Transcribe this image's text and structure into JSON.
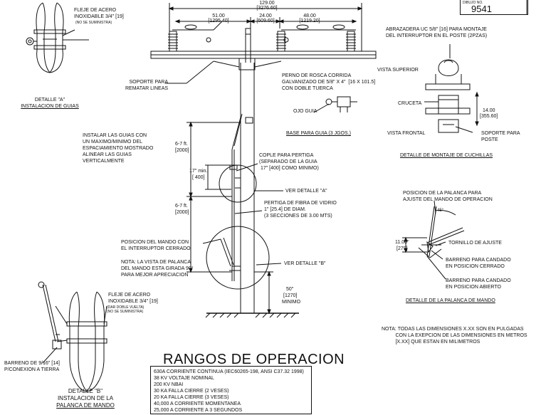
{
  "drawing_no": {
    "label": "DIBUJO NO.",
    "value": "9541"
  },
  "dims": {
    "top_overall": "129.00",
    "top_overall_mm": "[3276.60]",
    "seg1": "51.00",
    "seg1_mm": "[1295.40]",
    "seg2": "24.00",
    "seg2_mm": "[609.60]",
    "seg3": "48.00",
    "seg3_mm": "[1219.20]",
    "upper_span": "6-7 ft.",
    "upper_span_mm": "[2000]",
    "guide_min": "17\" min.",
    "guide_min_mm": "[ 400]",
    "lower_span": "6-7 ft.",
    "lower_span_mm": "[2000]",
    "ground": "50\"",
    "ground_mm": "[1270]",
    "ground_label": "MINIMO"
  },
  "detalle_a": {
    "fleje": "FLEJE DE ACERO\nINOXIDABLE 3/4\" [19]",
    "no_suministra": "(NO SE SUMINISTRA)",
    "title": "DETALLE \"A\"",
    "subtitle": "INSTALACION DE GUIAS"
  },
  "soporte_rematar": "SOPORTE PARA\nREMATAR LINEAS",
  "perno": "PERNO DE ROSCA CORRIDA\nGALVANIZADO DE 5/8\" X 4\"  [16 X 101.5]\nCON DOBLE TUERCA",
  "ojo_guia": "OJO GUIA",
  "base_guia": "BASE PARA GUIA (3 JGOS.)",
  "instalar_guias": "INSTALAR LAS GUIAS CON\nUN MAXIMO/MINIMO DEL\nESPACIAMIENTO MOSTRADO\nALINEAR LAS GUIAS\nVERTICALMENTE",
  "cople": "COPLE PARA PERTIGA\n(SEPARADO DE LA GUIA\n 17\" [400] COMO MINIMO)",
  "ver_detalle_a": "VER DETALLE \"A\"",
  "pertiga": "PERTIGA DE FIBRA DE VIDRIO\n1\" [25.4] DE DIAM.\n(3 SECCIONES DE 3.00 MTS)",
  "posicion_mando": "POSICION DEL MANDO CON\nEL INTERRUPTOR CERRADO",
  "nota_palanca": "NOTA: LA VISTA DE PALANCA\nDEL MANDO ESTA GIRADA 90°\nPARA MEJOR APRECIACION",
  "ver_detalle_b": "VER DETALLE \"B\"",
  "detalle_b": {
    "fleje": "FLEJE DE ACERO\nINOXIDABLE 3/4\" [19]",
    "doble_vuelta": "(DAR DOBLE VUELTA)\n(NO SE SUMINISTRA)",
    "barreno": "BARRENO DE 9/16\" [14]\nP/CONEXION A TIERRA",
    "title": "DETALLE \"B\"\nINSTALACION DE LA",
    "subtitle": "PALANCA DE MANDO"
  },
  "montaje": {
    "abrazadera": "ABRAZADERA UC 5/8\" [16] PARA MONTAJE\nDEL INTERRUPTOR EN EL POSTE (2PZAS)",
    "vista_superior": "VISTA SUPERIOR",
    "cruceta": "CRUCETA",
    "dim": "14.00",
    "dim_mm": "[355.60]",
    "vista_frontal": "VISTA FRONTAL",
    "soporte_poste": "SOPORTE PARA\nPOSTE",
    "title": "DETALLE DE MONTAJE DE CUCHILLAS"
  },
  "palanca": {
    "posicion": "POSICION DE LA PALANCA PARA\nAJUSTE DEL MANDO DE OPERACION",
    "angle": "45°",
    "dim": "11.00\"",
    "dim_mm": "[279]",
    "tornillo": "TORNILLO DE AJUSTE",
    "barreno_cerrado": "BARRENO PARA CANDADO\nEN POSICION CERRADO",
    "barreno_abierto": "BARRENO PARA CANDADO\nEN POSICION ABIERTO",
    "title": "DETALLE DE LA PALANCA DE MANDO"
  },
  "nota_dimensiones": "NOTA: TODAS LAS DIMENSIONES X.XX SON EN PULGADAS\n          CON LA EXEPCION DE LAS DIMENSIONES EN METROS\n          [X.XX] QUE ESTAN EN MILIMETROS",
  "rangos": {
    "title": "RANGOS DE OPERACION",
    "items": [
      "630A CORRIENTE CONTINUA (IEC60265-198, ANSI C37.32 1998)",
      "38 KV VOLTAJE NOMINAL",
      "200 KV NBAI",
      "30 KA FALLA CIERRE (2 VESES)",
      "20 KA FALLA CIERRE (3 VESES)",
      "40,000 A CORRIENTE MOMENTANEA",
      "25,000 A CORRIENTE A 3 SEGUNDOS"
    ]
  }
}
